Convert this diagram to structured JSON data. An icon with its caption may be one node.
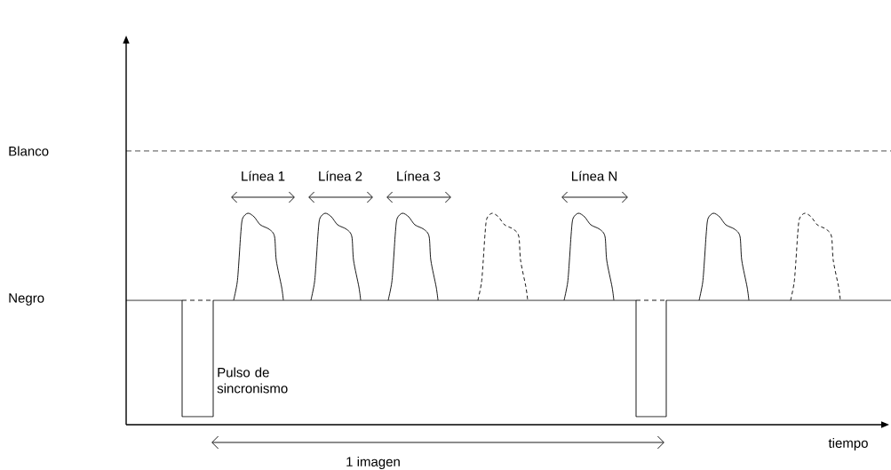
{
  "diagram": {
    "labels": [
      "Blanco",
      "Línea 1",
      "Línea 2",
      "Línea 3",
      "Línea N",
      "Negro",
      "Pulso de sincronismo",
      "tiempo",
      "1 imagen"
    ]
  }
}
